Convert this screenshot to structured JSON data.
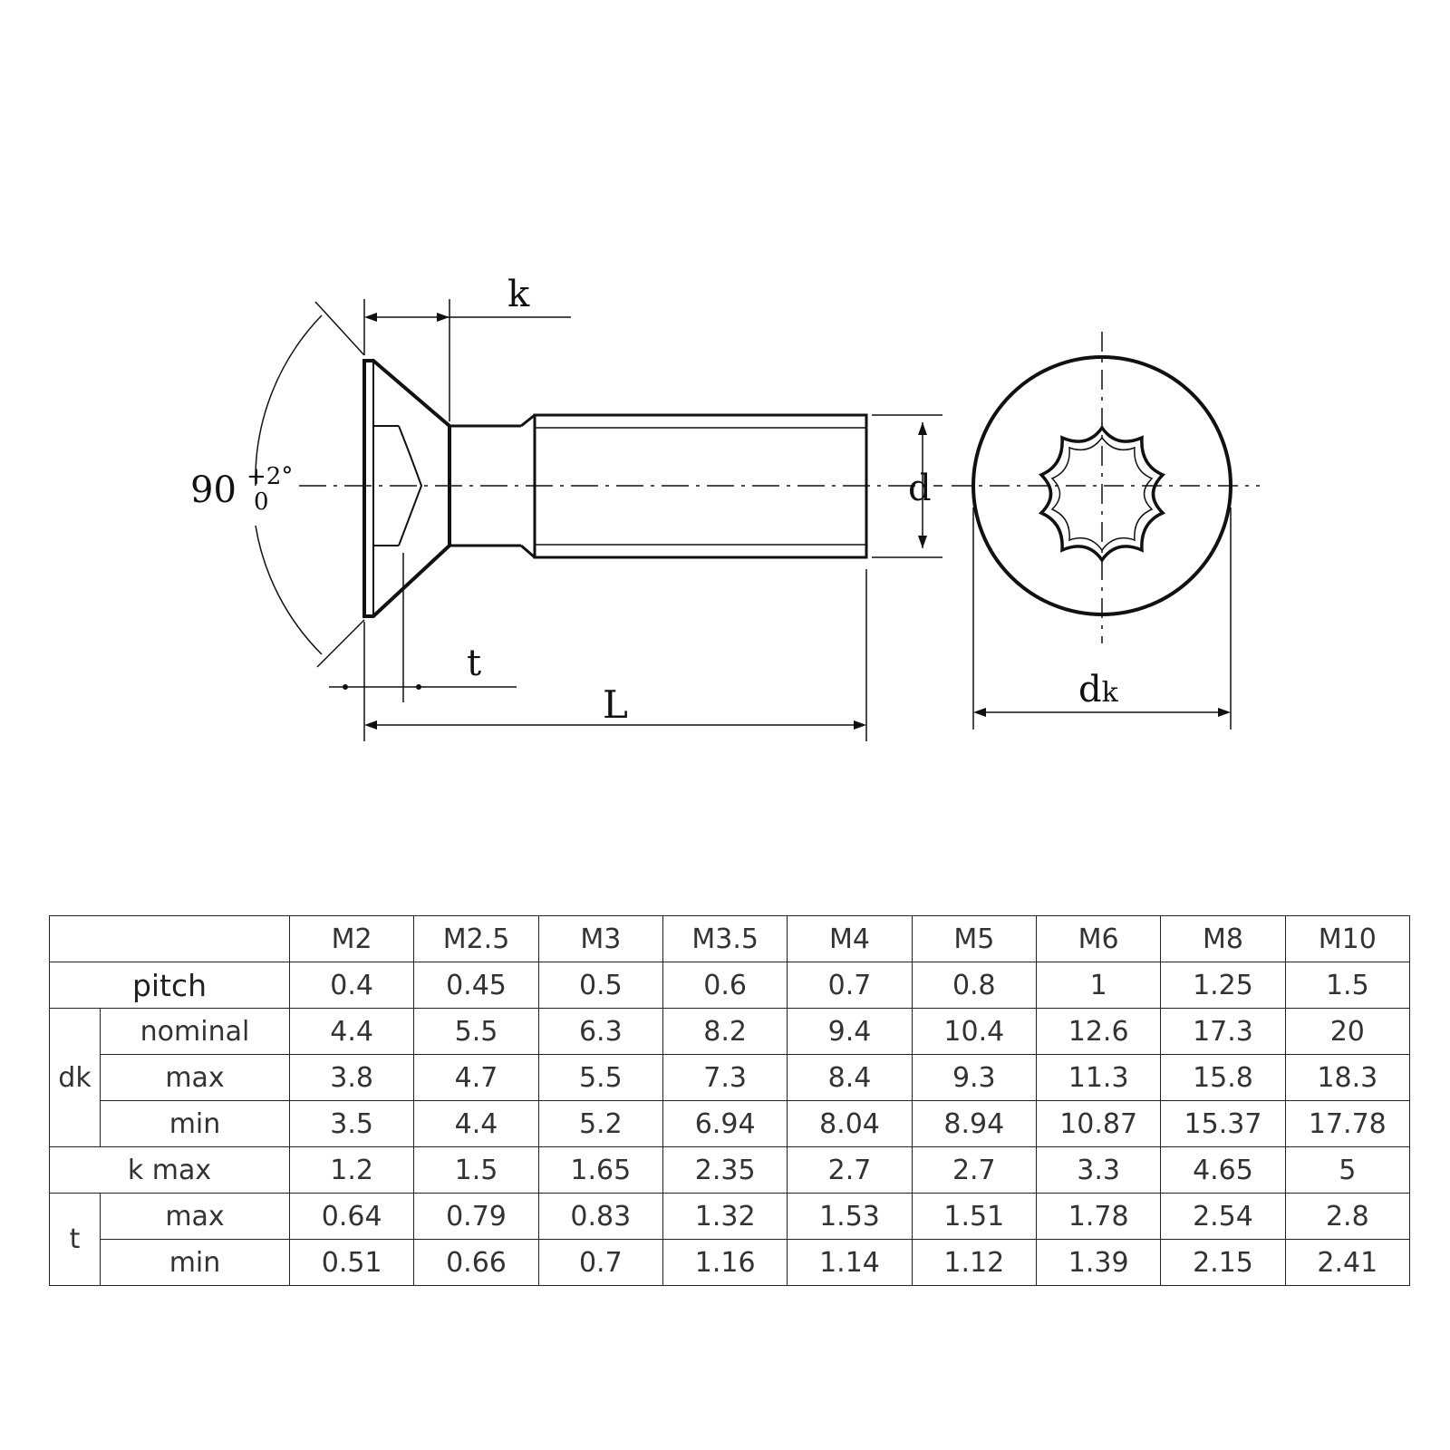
{
  "drawing": {
    "labels": {
      "k": "k",
      "angle": "90",
      "angle_upper": "+2°",
      "angle_lower": "0",
      "d": "d",
      "t": "t",
      "L": "L",
      "dk": "d",
      "dk_sub": "k"
    }
  },
  "table": {
    "columns": [
      "M2",
      "M2.5",
      "M3",
      "M3.5",
      "M4",
      "M5",
      "M6",
      "M8",
      "M10"
    ],
    "pitch": {
      "label": "pitch",
      "values": [
        "0.4",
        "0.45",
        "0.5",
        "0.6",
        "0.7",
        "0.8",
        "1",
        "1.25",
        "1.5"
      ]
    },
    "dk": {
      "label": "dk",
      "nominal": {
        "label": "nominal",
        "values": [
          "4.4",
          "5.5",
          "6.3",
          "8.2",
          "9.4",
          "10.4",
          "12.6",
          "17.3",
          "20"
        ]
      },
      "max": {
        "label": "max",
        "values": [
          "3.8",
          "4.7",
          "5.5",
          "7.3",
          "8.4",
          "9.3",
          "11.3",
          "15.8",
          "18.3"
        ]
      },
      "min": {
        "label": "min",
        "values": [
          "3.5",
          "4.4",
          "5.2",
          "6.94",
          "8.04",
          "8.94",
          "10.87",
          "15.37",
          "17.78"
        ]
      }
    },
    "k": {
      "label": "k max",
      "values": [
        "1.2",
        "1.5",
        "1.65",
        "2.35",
        "2.7",
        "2.7",
        "3.3",
        "4.65",
        "5"
      ]
    },
    "t": {
      "label": "t",
      "max": {
        "label": "max",
        "values": [
          "0.64",
          "0.79",
          "0.83",
          "1.32",
          "1.53",
          "1.51",
          "1.78",
          "2.54",
          "2.8"
        ]
      },
      "min": {
        "label": "min",
        "values": [
          "0.51",
          "0.66",
          "0.7",
          "1.16",
          "1.14",
          "1.12",
          "1.39",
          "2.15",
          "2.41"
        ]
      }
    }
  }
}
